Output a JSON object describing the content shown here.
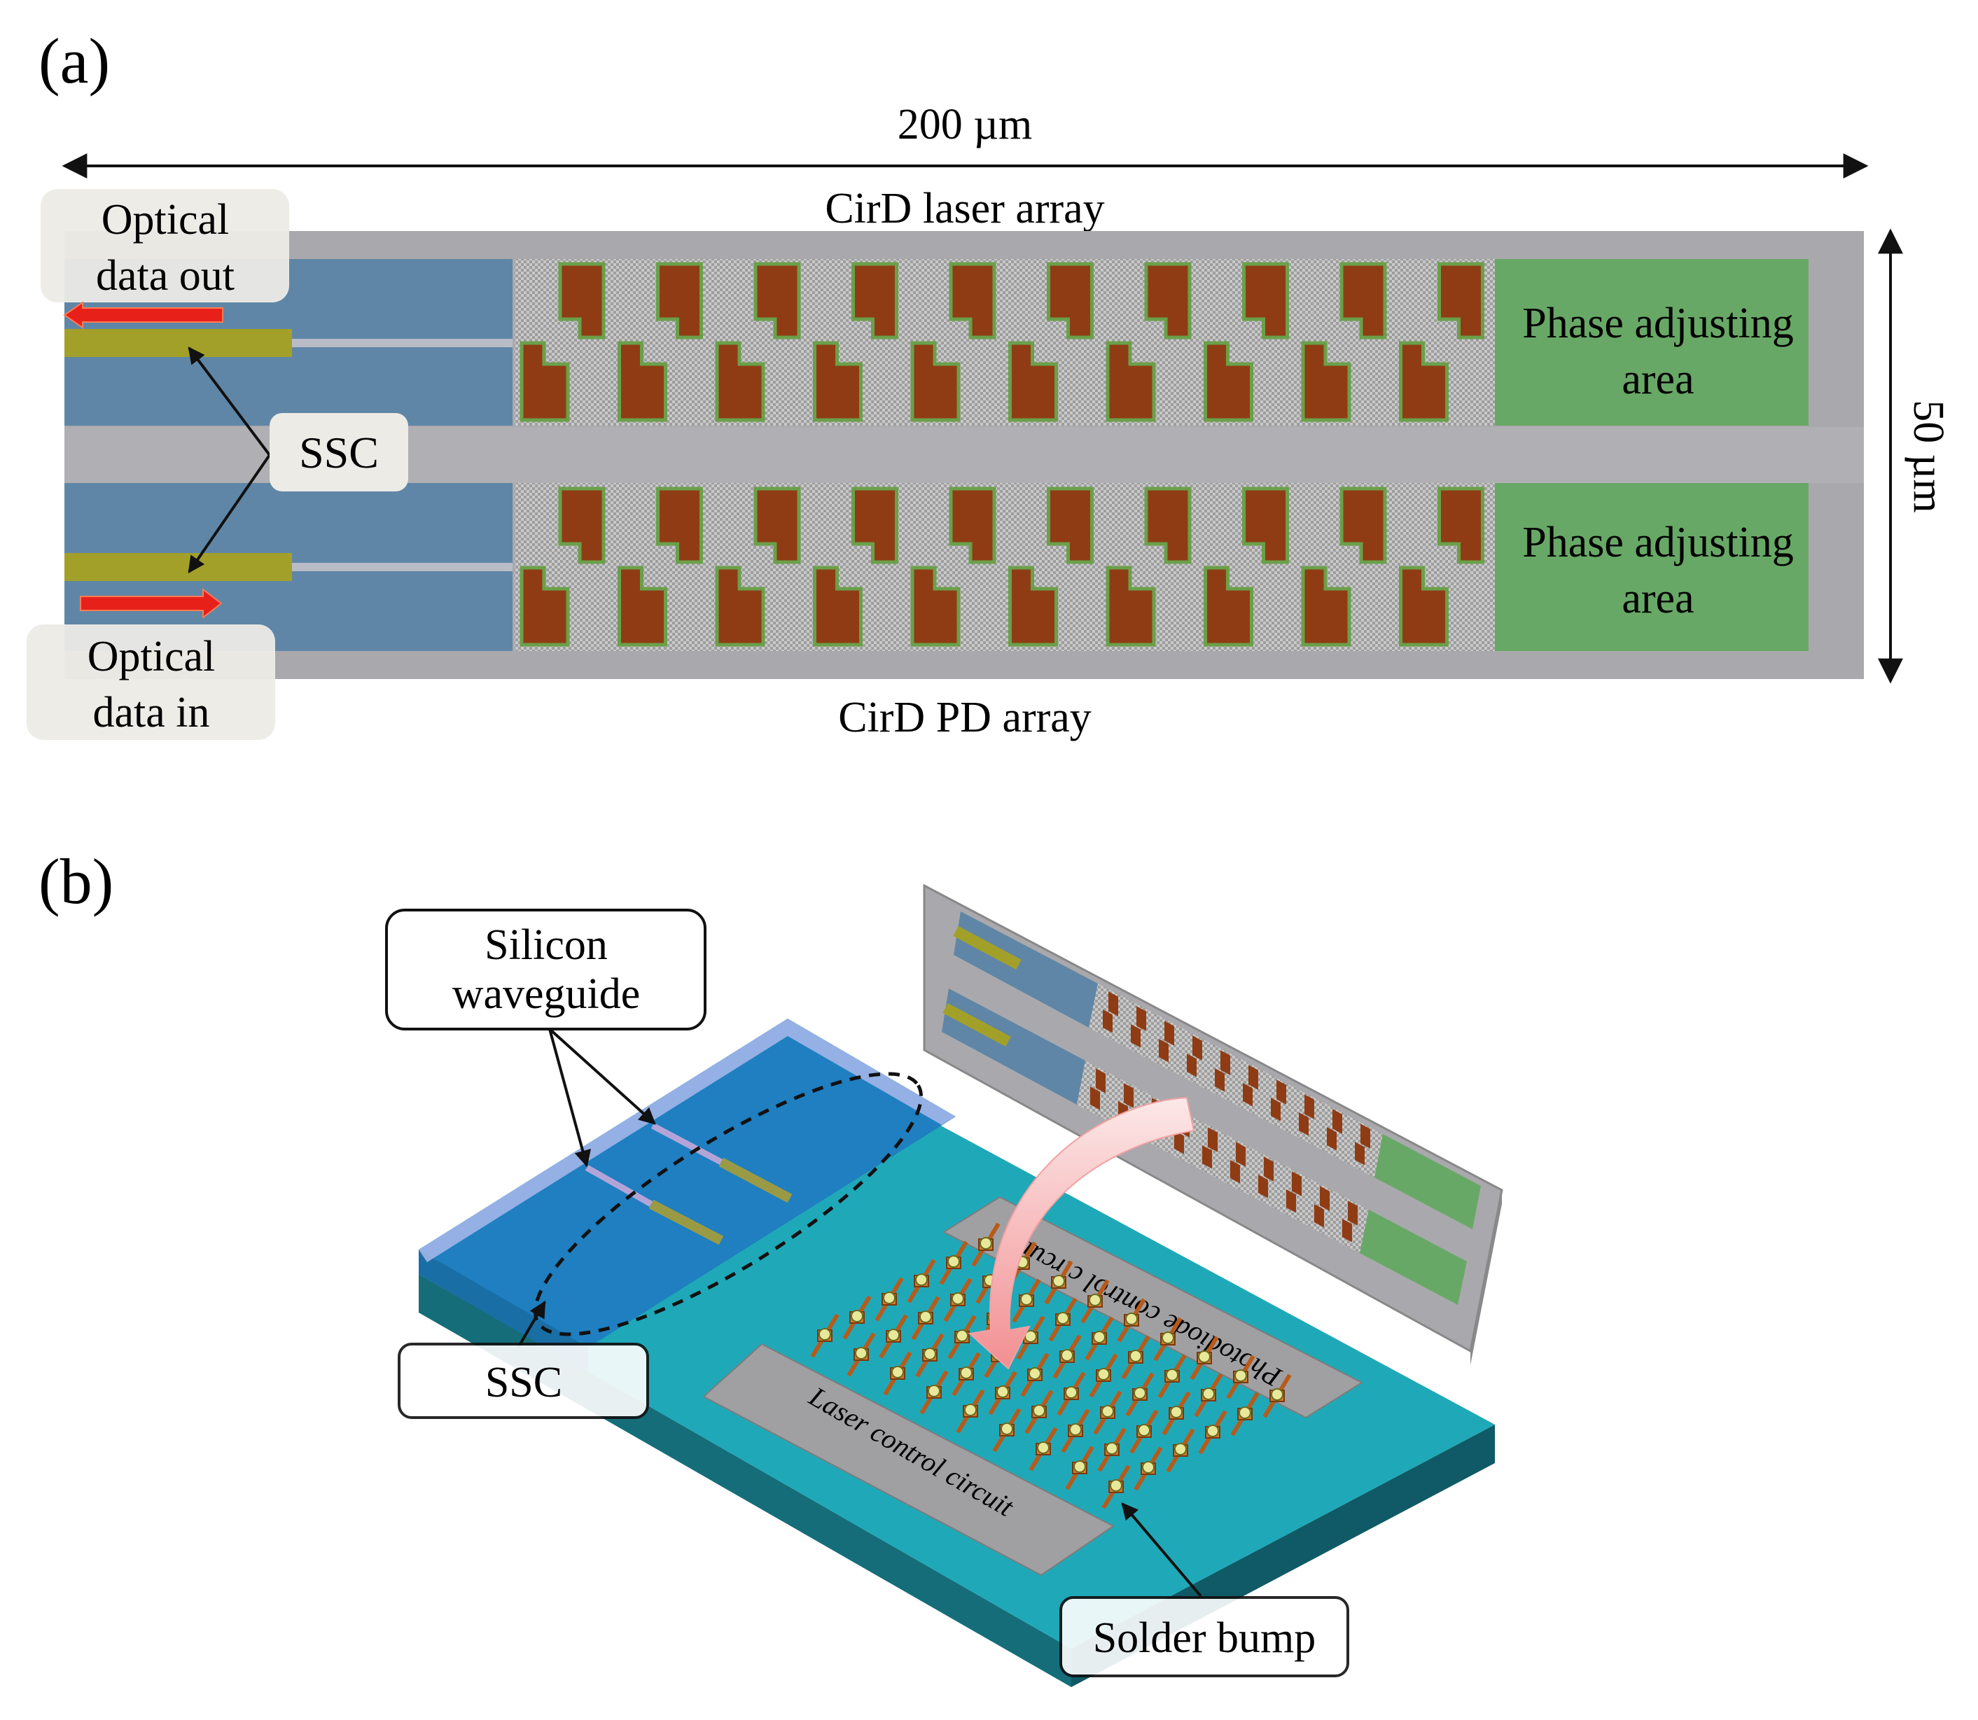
{
  "panel_a": {
    "label": "(a)",
    "width_label": "200 µm",
    "height_label": "50 µm",
    "laser_array_label": "CirD laser array",
    "pd_array_label": "CirD PD array",
    "optical_out": [
      "Optical",
      "data out"
    ],
    "optical_in": [
      "Optical",
      "data in"
    ],
    "ssc_label": "SSC",
    "phase_area": [
      "Phase adjusting",
      "area"
    ]
  },
  "panel_b": {
    "label": "(b)",
    "silicon_waveguide": [
      "Silicon",
      "waveguide"
    ],
    "ssc_label": "SSC",
    "solder_bump_label": "Solder bump",
    "laser_circuit_label": "Laser control circuit",
    "photodiode_circuit_label": "Photodiode control circuit"
  },
  "colors": {
    "chip_gray": "#a9a9ad",
    "waveguide_blue": "#5f86a6",
    "ssc_olive": "#a3a02a",
    "cell_brown": "#8f3c14",
    "cell_green_border": "#6aa04a",
    "phase_green": "#68a866",
    "arrow_red": "#e8201a",
    "substrate_teal": "#1fa9b8",
    "substrate_side": "#156d7a",
    "silicon_layer": "#1f7fc0"
  }
}
